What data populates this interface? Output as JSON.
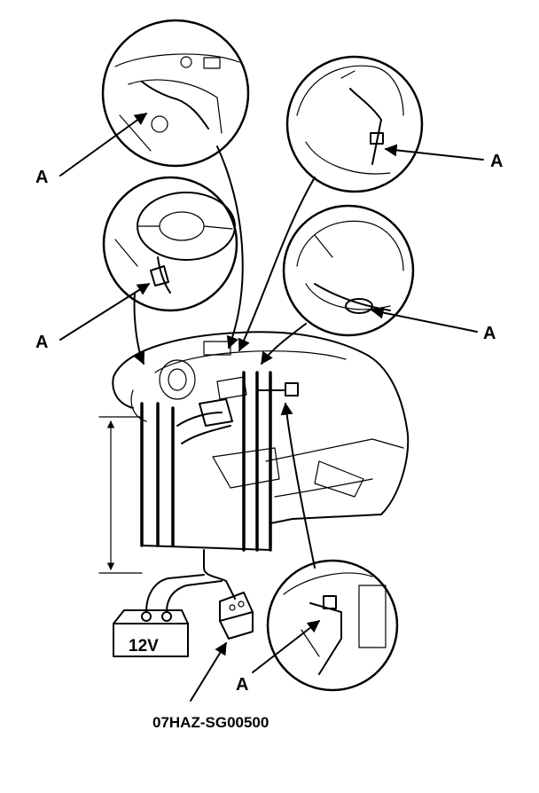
{
  "diagram": {
    "callout_label": "A",
    "battery_label": "12V",
    "part_number": "07HAZ-SG00500"
  }
}
